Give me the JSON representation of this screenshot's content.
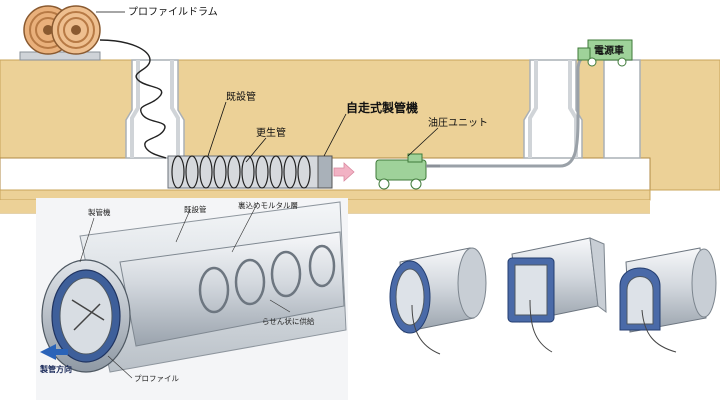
{
  "labels": {
    "profile_drum": "プロファイルドラム",
    "generator_truck": "電源車",
    "existing_pipe": "既設管",
    "renewed_pipe": "更生管",
    "self_propelled_machine": "自走式製管機",
    "hydraulic_unit": "油圧ユニット"
  },
  "detail_labels": {
    "pipe_making_machine": "製管機",
    "existing_pipe": "既設管",
    "backfill_mortar_layer": "裏込めモルタル層",
    "spiral_feed": "らせん状に供給",
    "profile": "プロファイル",
    "direction": "製管方向"
  },
  "colors": {
    "ground": "#ecd197",
    "ground_edge": "#c9a45a",
    "pipe_grey": "#e9ecef",
    "equipment_green": "#9fd29a",
    "arrow_pink": "#f2b2c4",
    "direction_blue": "#2a63b8"
  }
}
